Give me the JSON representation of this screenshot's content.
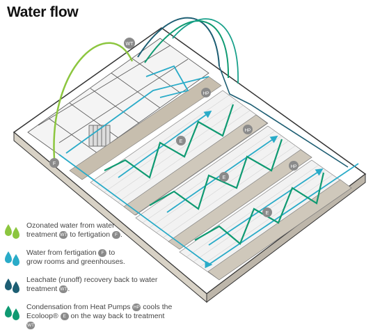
{
  "title": "Water flow",
  "markers": {
    "wt": "WT",
    "f": "F",
    "hp": "HP",
    "e": "E"
  },
  "colors": {
    "light_green": "#8cc63f",
    "cyan": "#29abc8",
    "dark_teal": "#1d5e73",
    "green_teal": "#0f9a72"
  },
  "legend": [
    {
      "icon": "light-green-drops-icon",
      "color": "#8cc63f",
      "parts": [
        "Ozonated water from water",
        "treatment",
        "WT",
        "to fertigation",
        "F",
        "."
      ]
    },
    {
      "icon": "cyan-drops-icon",
      "color": "#29abc8",
      "parts": [
        "Water from fertigation",
        "F",
        "to",
        "grow rooms and greenhouses."
      ]
    },
    {
      "icon": "dark-teal-drops-icon",
      "color": "#1d5e73",
      "parts": [
        "Leachate (runoff) recovery back to water",
        "treatment",
        "WT",
        "."
      ]
    },
    {
      "icon": "green-teal-drops-icon",
      "color": "#0f9a72",
      "parts": [
        "Condensation from Heat Pumps",
        "HP",
        "cools the",
        "Ecoloop®",
        "E",
        "on the way back to treatment",
        "WT"
      ]
    }
  ]
}
